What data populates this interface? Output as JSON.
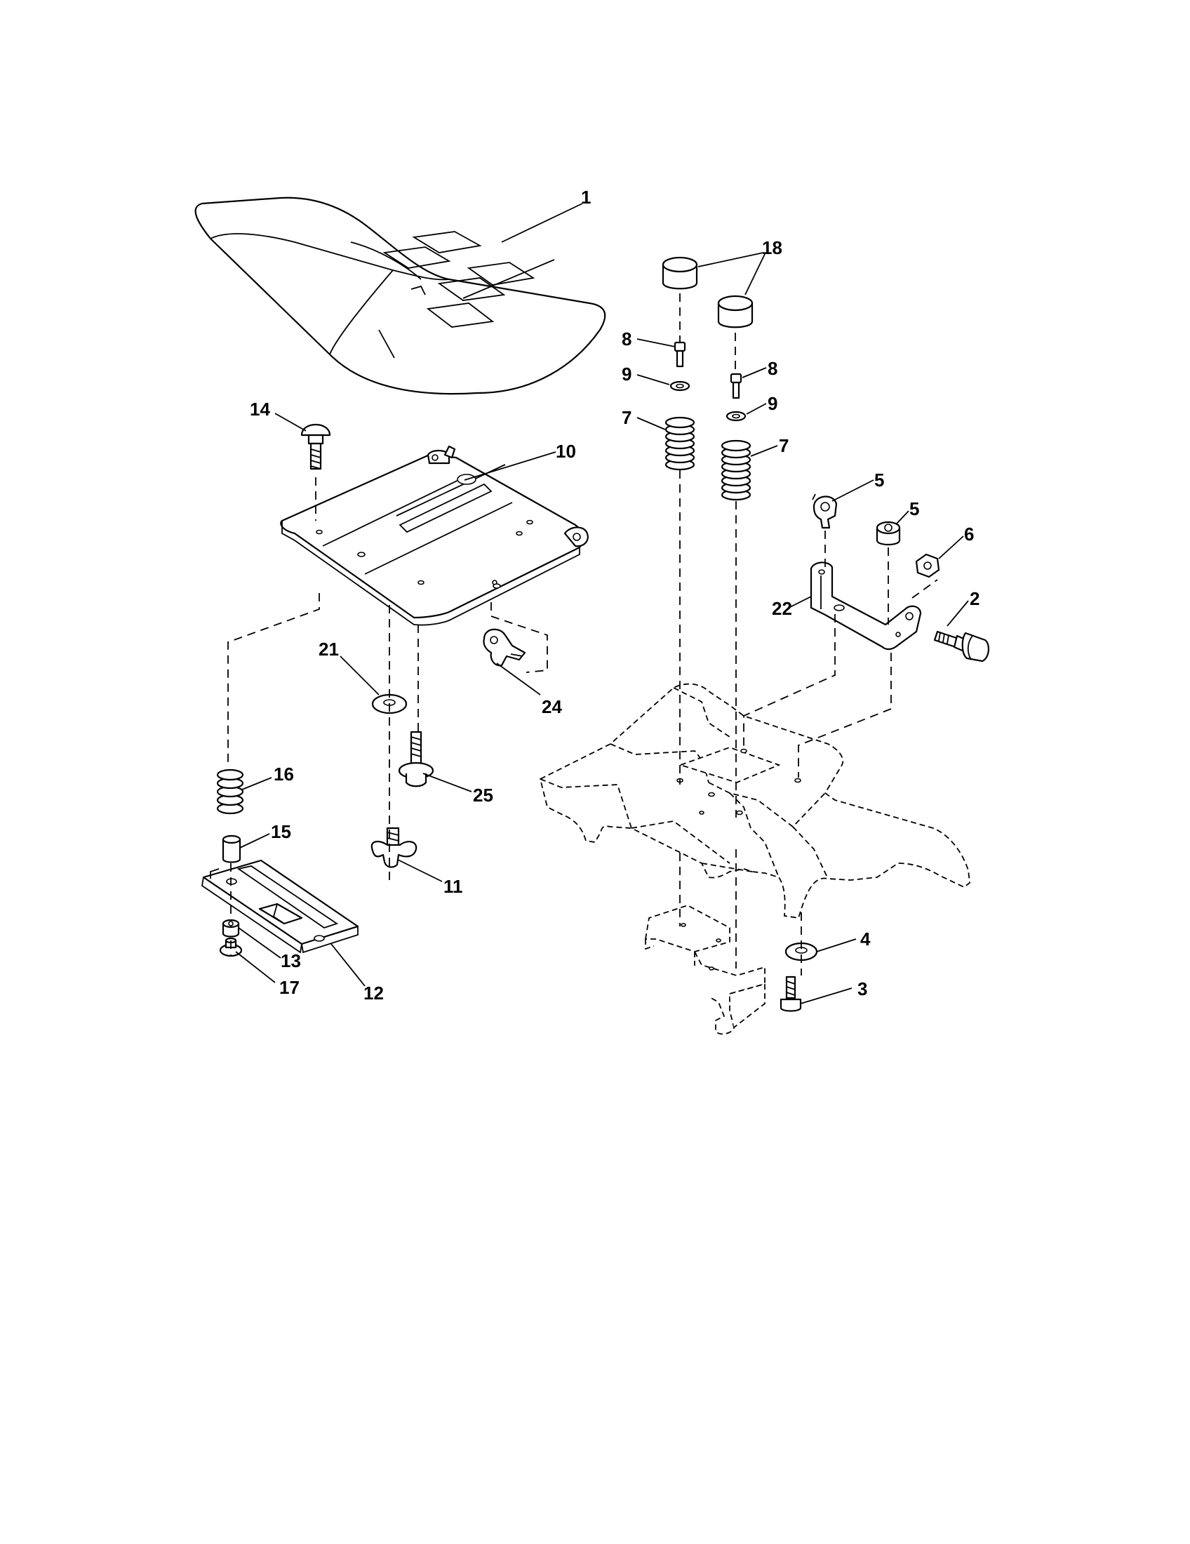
{
  "callouts": [
    {
      "id": "c1",
      "label": "1"
    },
    {
      "id": "c18",
      "label": "18"
    },
    {
      "id": "c8a",
      "label": "8"
    },
    {
      "id": "c8b",
      "label": "8"
    },
    {
      "id": "c9a",
      "label": "9"
    },
    {
      "id": "c9b",
      "label": "9"
    },
    {
      "id": "c7a",
      "label": "7"
    },
    {
      "id": "c7b",
      "label": "7"
    },
    {
      "id": "c14",
      "label": "14"
    },
    {
      "id": "c10",
      "label": "10"
    },
    {
      "id": "c5a",
      "label": "5"
    },
    {
      "id": "c5b",
      "label": "5"
    },
    {
      "id": "c6",
      "label": "6"
    },
    {
      "id": "c22",
      "label": "22"
    },
    {
      "id": "c2",
      "label": "2"
    },
    {
      "id": "c21",
      "label": "21"
    },
    {
      "id": "c24",
      "label": "24"
    },
    {
      "id": "c25",
      "label": "25"
    },
    {
      "id": "c16",
      "label": "16"
    },
    {
      "id": "c15",
      "label": "15"
    },
    {
      "id": "c11",
      "label": "11"
    },
    {
      "id": "c13",
      "label": "13"
    },
    {
      "id": "c17",
      "label": "17"
    },
    {
      "id": "c12",
      "label": "12"
    },
    {
      "id": "c4",
      "label": "4"
    },
    {
      "id": "c3",
      "label": "3"
    }
  ]
}
